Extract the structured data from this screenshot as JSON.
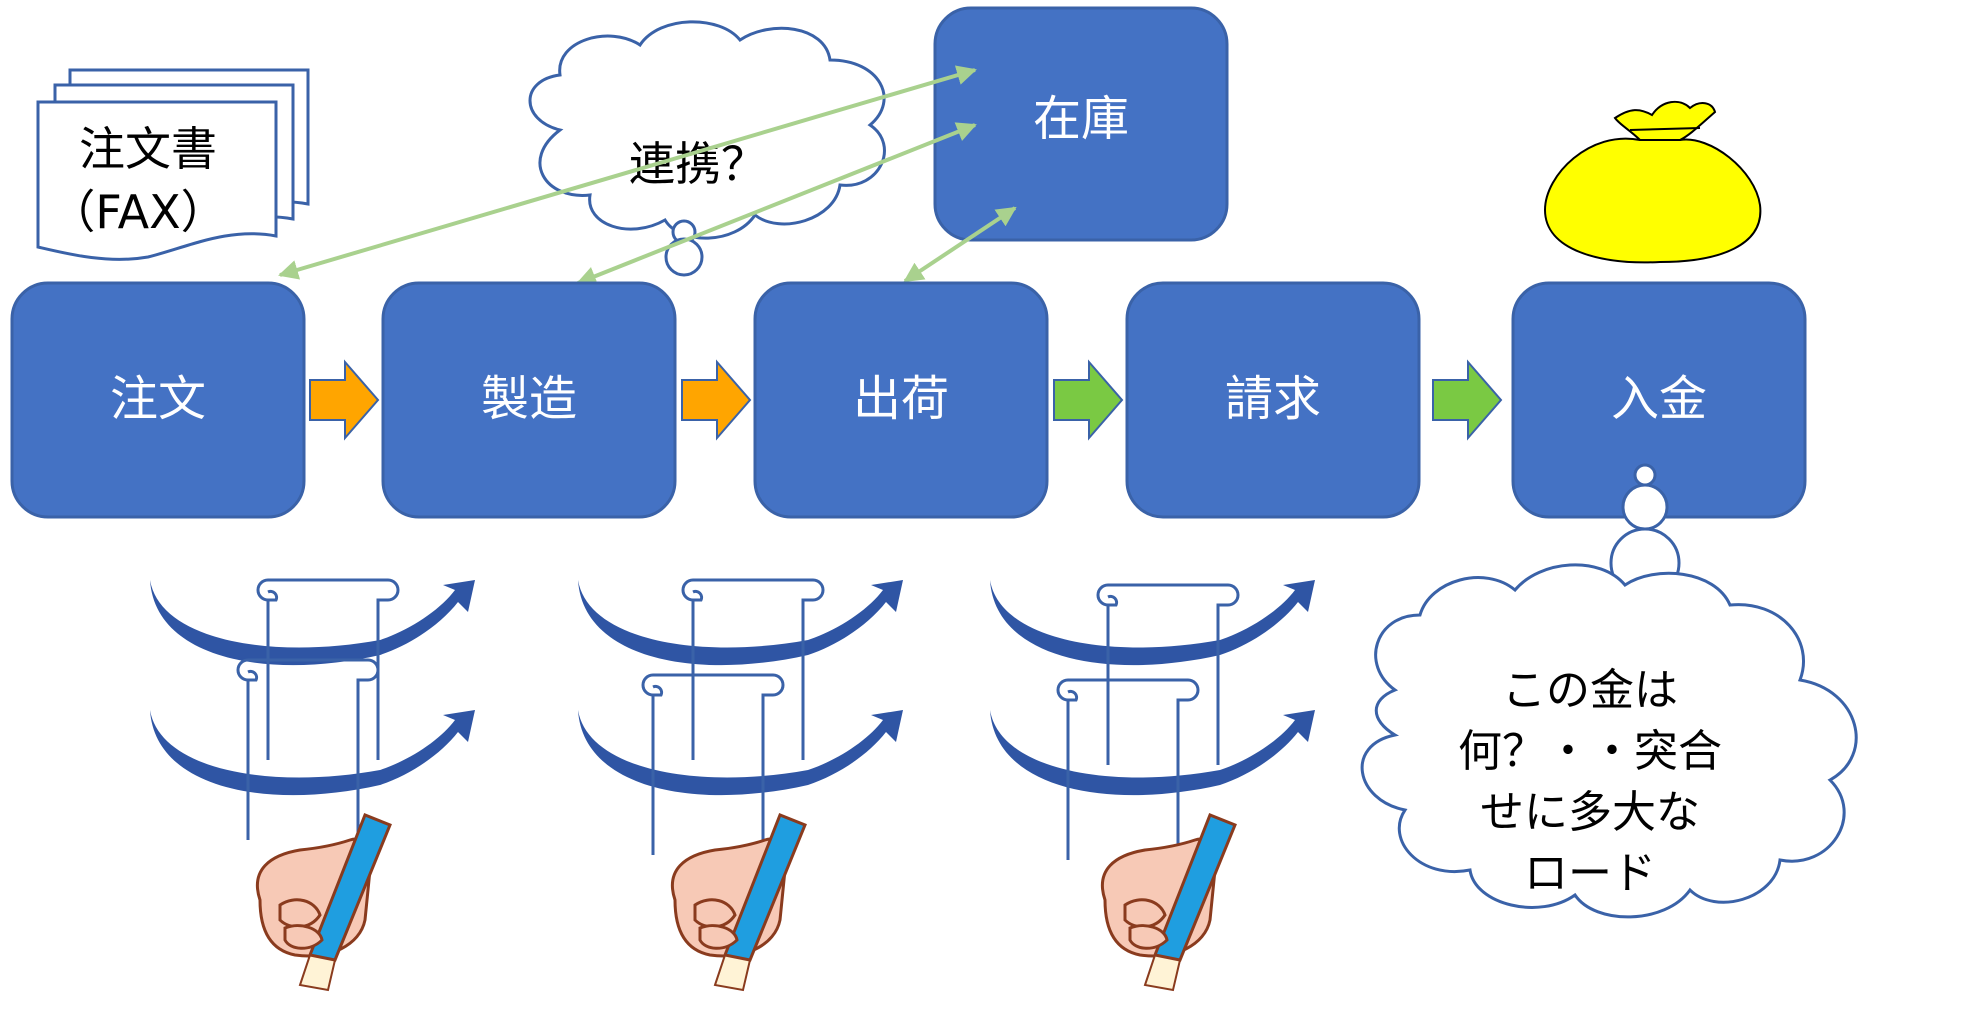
{
  "stock": {
    "label": "在庫"
  },
  "fax_document": {
    "line1": "注文書",
    "line2": "（FAX）"
  },
  "link_cloud": {
    "label": "連携？"
  },
  "process": [
    {
      "label": "注文"
    },
    {
      "label": "製造"
    },
    {
      "label": "出荷"
    },
    {
      "label": "請求"
    },
    {
      "label": "入金"
    }
  ],
  "thought_cloud": {
    "lines": [
      "この金は",
      "何？・・突合",
      "せに多大な",
      "ロード"
    ]
  },
  "colors": {
    "box_fill": "#4472c4",
    "box_border": "#3a62a8",
    "arrow_orange": "#ffa500",
    "arrow_green": "#7ac943",
    "link_line": "#a9d18e",
    "curve_blue": "#2f55a4",
    "money_bag": "#ffff00",
    "pencil": "#1f9ee0",
    "hand": "#f7c9b6"
  },
  "icons": [
    "fax-document-icon",
    "cloud-icon",
    "money-bag-icon",
    "paper-scroll-icon",
    "curved-arrow-icon",
    "writing-hand-icon"
  ]
}
